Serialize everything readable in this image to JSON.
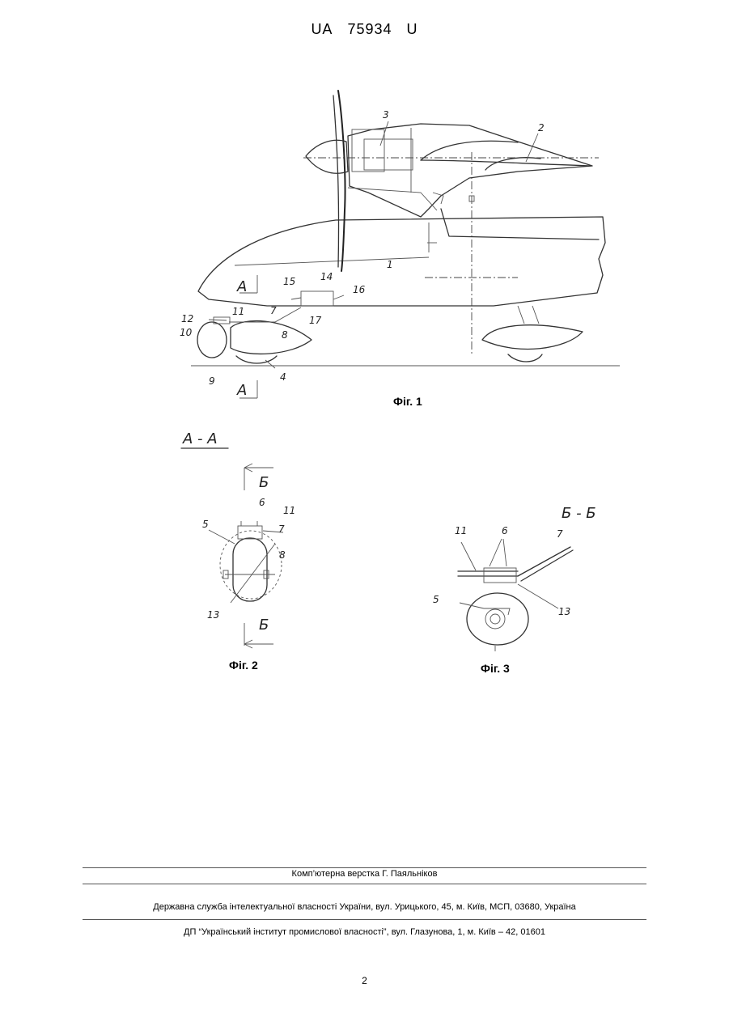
{
  "header": {
    "country": "UA",
    "number": "75934",
    "kind": "U"
  },
  "figures": {
    "fig1": {
      "caption": "Фіг. 1",
      "callouts": [
        "1",
        "2",
        "3",
        "4",
        "7",
        "8",
        "9",
        "10",
        "11",
        "12",
        "14",
        "15",
        "16",
        "17"
      ],
      "section_marks": [
        "А",
        "А"
      ]
    },
    "fig2": {
      "caption": "Фіг. 2",
      "section_title": "А - А",
      "callouts": [
        "5",
        "6",
        "11",
        "7",
        "8",
        "13"
      ],
      "section_marks": [
        "Б",
        "Б"
      ]
    },
    "fig3": {
      "caption": "Фіг. 3",
      "section_title": "Б - Б",
      "callouts": [
        "11",
        "6",
        "7",
        "5",
        "13"
      ]
    }
  },
  "footer": {
    "layout": "Комп’ютерна верстка Г. Паяльніков",
    "agency": "Державна служба інтелектуальної власності України, вул. Урицького, 45, м. Київ, МСП, 03680, Україна",
    "institute": "ДП “Український інститут промислової власності”, вул. Глазунова, 1, м. Київ – 42, 01601"
  },
  "page_number": "2"
}
